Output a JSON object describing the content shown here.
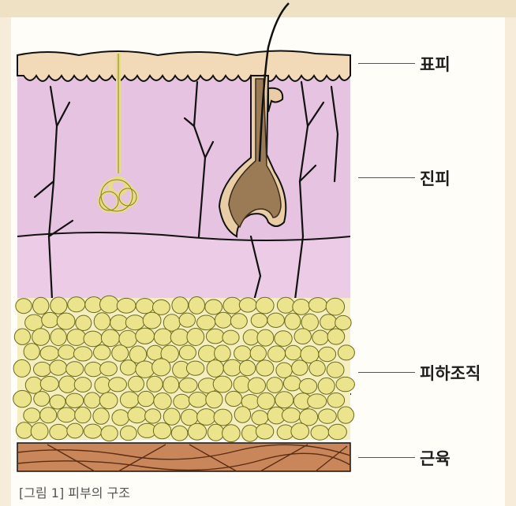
{
  "labels": {
    "epidermis": "표피",
    "dermis": "진피",
    "subcutaneous": "피하조직",
    "muscle": "근육"
  },
  "caption": "[그림 1] 피부의 구조",
  "colors": {
    "epidermis": "#f2d9b8",
    "dermis": "#e6c3e0",
    "fat_cell": "#ece48c",
    "muscle": "#c9865a",
    "hair": "#9b7b56",
    "background": "#fffdf8"
  }
}
